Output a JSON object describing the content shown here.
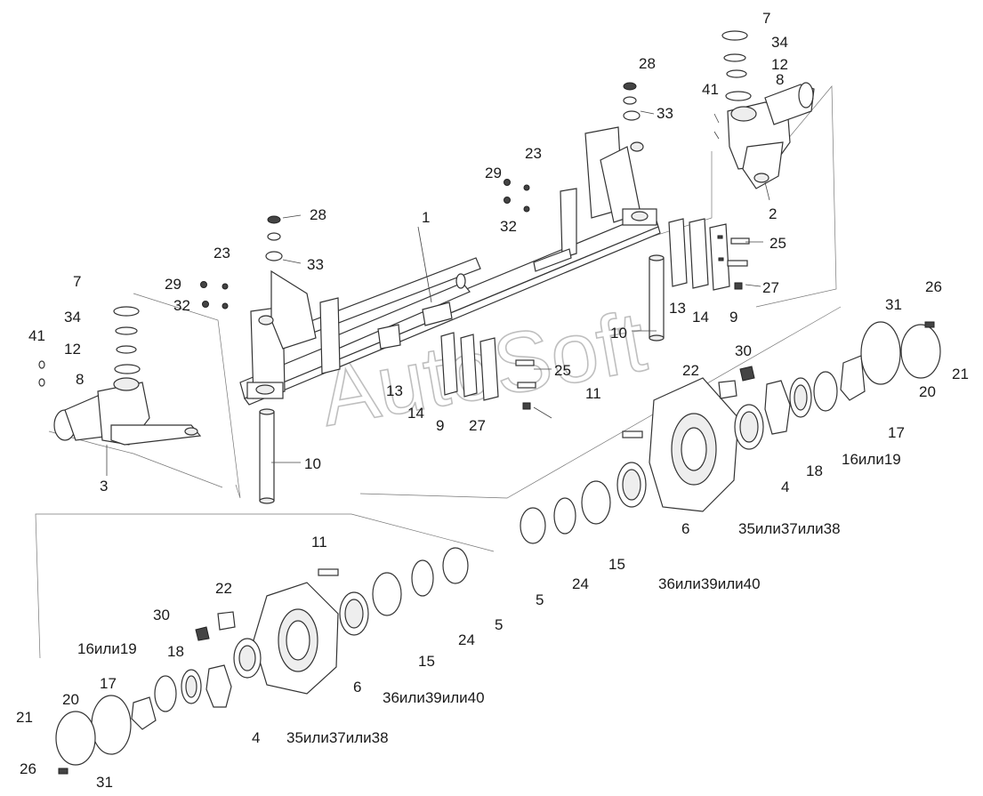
{
  "watermark": "AutoSoft",
  "labels": [
    {
      "id": "l7a",
      "text": "7"
    },
    {
      "id": "l34a",
      "text": "34"
    },
    {
      "id": "l12a",
      "text": "12"
    },
    {
      "id": "l8a",
      "text": "8"
    },
    {
      "id": "l41a",
      "text": "41"
    },
    {
      "id": "l2",
      "text": "2"
    },
    {
      "id": "l28a",
      "text": "28"
    },
    {
      "id": "l33a",
      "text": "33"
    },
    {
      "id": "l23a",
      "text": "23"
    },
    {
      "id": "l29a",
      "text": "29"
    },
    {
      "id": "l32a",
      "text": "32"
    },
    {
      "id": "l25a",
      "text": "25"
    },
    {
      "id": "l27a",
      "text": "27"
    },
    {
      "id": "l13a",
      "text": "13"
    },
    {
      "id": "l14a",
      "text": "14"
    },
    {
      "id": "l9a",
      "text": "9"
    },
    {
      "id": "l10a",
      "text": "10"
    },
    {
      "id": "l1",
      "text": "1"
    },
    {
      "id": "l28b",
      "text": "28"
    },
    {
      "id": "l33b",
      "text": "33"
    },
    {
      "id": "l23b",
      "text": "23"
    },
    {
      "id": "l29b",
      "text": "29"
    },
    {
      "id": "l32b",
      "text": "32"
    },
    {
      "id": "l7b",
      "text": "7"
    },
    {
      "id": "l34b",
      "text": "34"
    },
    {
      "id": "l41b",
      "text": "41"
    },
    {
      "id": "l12b",
      "text": "12"
    },
    {
      "id": "l8b",
      "text": "8"
    },
    {
      "id": "l3",
      "text": "3"
    },
    {
      "id": "l10b",
      "text": "10"
    },
    {
      "id": "l13b",
      "text": "13"
    },
    {
      "id": "l14b",
      "text": "14"
    },
    {
      "id": "l9b",
      "text": "9"
    },
    {
      "id": "l27b",
      "text": "27"
    },
    {
      "id": "l25b",
      "text": "25"
    },
    {
      "id": "l26a",
      "text": "26"
    },
    {
      "id": "l31a",
      "text": "31"
    },
    {
      "id": "l30a",
      "text": "30"
    },
    {
      "id": "l22a",
      "text": "22"
    },
    {
      "id": "l11a",
      "text": "11"
    },
    {
      "id": "l21a",
      "text": "21"
    },
    {
      "id": "l20a",
      "text": "20"
    },
    {
      "id": "l17a",
      "text": "17"
    },
    {
      "id": "l16a",
      "text": "16или19"
    },
    {
      "id": "l18a",
      "text": "18"
    },
    {
      "id": "l4a",
      "text": "4"
    },
    {
      "id": "l6a",
      "text": "6"
    },
    {
      "id": "l35a",
      "text": "35или37или38"
    },
    {
      "id": "l36a",
      "text": "36или39или40"
    },
    {
      "id": "l15a",
      "text": "15"
    },
    {
      "id": "l24a",
      "text": "24"
    },
    {
      "id": "l5a",
      "text": "5"
    },
    {
      "id": "l11b",
      "text": "11"
    },
    {
      "id": "l22b",
      "text": "22"
    },
    {
      "id": "l30b",
      "text": "30"
    },
    {
      "id": "l16b",
      "text": "16или19"
    },
    {
      "id": "l18b",
      "text": "18"
    },
    {
      "id": "l17b",
      "text": "17"
    },
    {
      "id": "l20b",
      "text": "20"
    },
    {
      "id": "l21b",
      "text": "21"
    },
    {
      "id": "l26b",
      "text": "26"
    },
    {
      "id": "l31b",
      "text": "31"
    },
    {
      "id": "l4b",
      "text": "4"
    },
    {
      "id": "l35b",
      "text": "35или37или38"
    },
    {
      "id": "l6b",
      "text": "6"
    },
    {
      "id": "l36b",
      "text": "36или39или40"
    },
    {
      "id": "l15b",
      "text": "15"
    },
    {
      "id": "l24b",
      "text": "24"
    },
    {
      "id": "l5b",
      "text": "5"
    }
  ]
}
